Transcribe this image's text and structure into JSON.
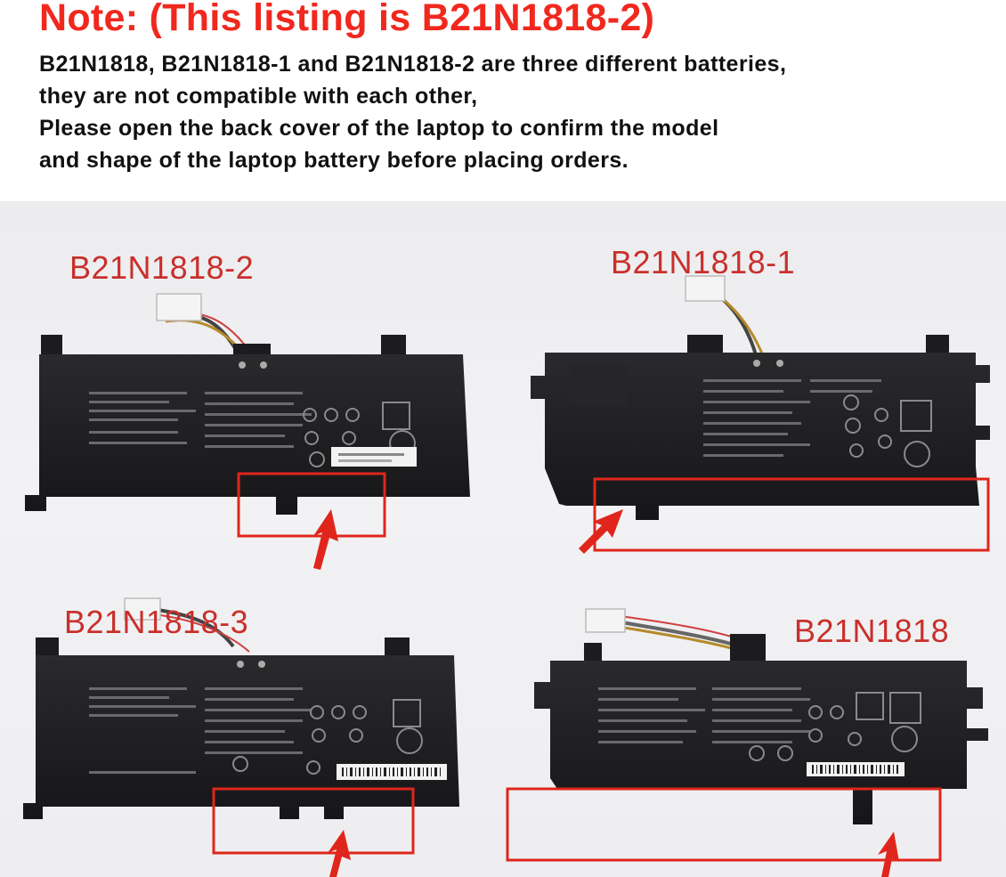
{
  "note": {
    "title": "Note: (This listing is B21N1818-2)",
    "lines": [
      "B21N1818, B21N1818-1 and B21N1818-2 are three different batteries,",
      "they are not compatible with each other,",
      "Please open the back cover of the laptop to confirm the model",
      "and shape of the laptop battery before placing orders."
    ]
  },
  "batteries": [
    {
      "model": "B21N1818-2"
    },
    {
      "model": "B21N1818-1"
    },
    {
      "model": "B21N1818-3"
    },
    {
      "model": "B21N1818"
    }
  ],
  "colors": {
    "title": "#f0281e",
    "text": "#111111",
    "label": "#c9302c",
    "highlight": "#e0261c",
    "battery": "#1c1c1e",
    "photo_bg": "#efeff1"
  },
  "icons": [
    "battery-image",
    "connector-cable-icon",
    "highlight-box",
    "pointer-arrow-icon"
  ]
}
